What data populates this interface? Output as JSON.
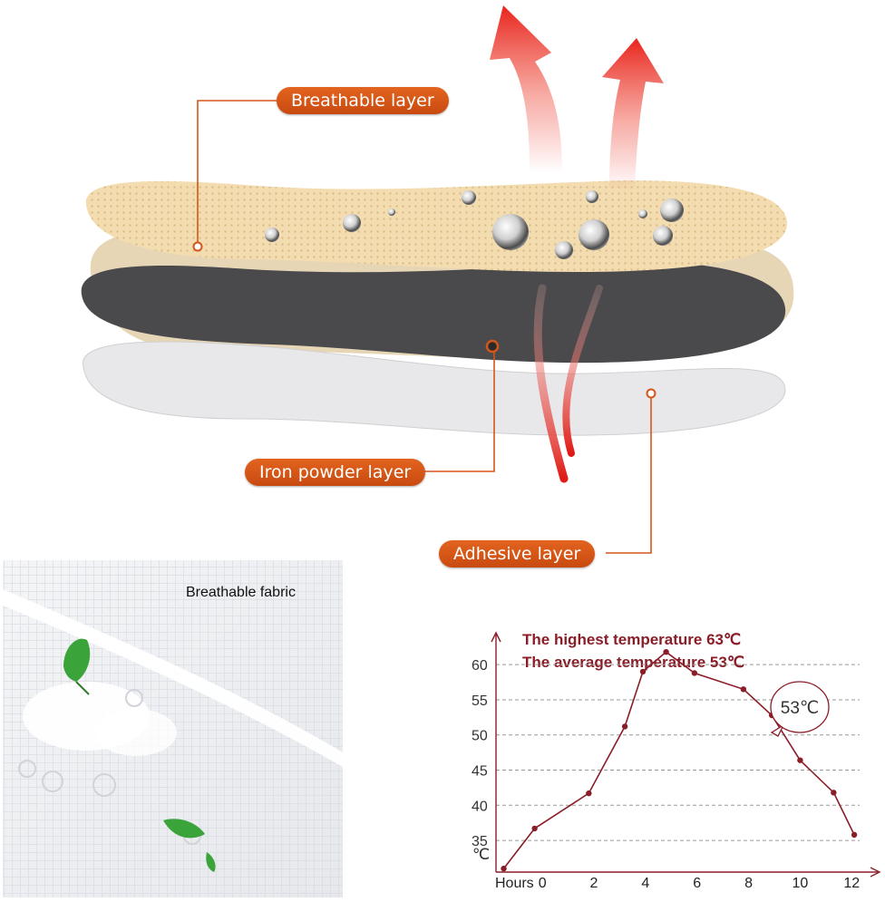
{
  "layers": {
    "breathable": "Breathable layer",
    "iron": "Iron powder layer",
    "adhesive": "Adhesive layer"
  },
  "fabric": {
    "label": "Breathable fabric"
  },
  "stats": {
    "highest": "The highest temperature 63℃",
    "average": "The average temperature  53℃"
  },
  "callout": "53℃",
  "colors": {
    "pill": "#d4561a",
    "chart_line": "#8a1e28",
    "arrow": "#e8322a"
  },
  "chart_data": {
    "type": "line",
    "title": "",
    "xlabel": "Hours",
    "ylabel": "℃",
    "x_ticks": [
      0,
      2,
      4,
      6,
      8,
      10,
      12
    ],
    "y_ticks": [
      35,
      40,
      45,
      50,
      55,
      60
    ],
    "xlim": [
      -1.8,
      12.8
    ],
    "ylim": [
      30.5,
      63.5
    ],
    "grid": "horizontal dashed",
    "series": [
      {
        "x": [
          -1.5,
          -0.3,
          1.8,
          3.2,
          3.9,
          4.8,
          5.9,
          7.8,
          8.9,
          10.0,
          11.3,
          12.1
        ],
        "y": [
          31.0,
          36.7,
          41.7,
          51.2,
          59.0,
          61.8,
          58.8,
          56.5,
          52.8,
          46.4,
          41.8,
          35.8
        ]
      }
    ]
  }
}
